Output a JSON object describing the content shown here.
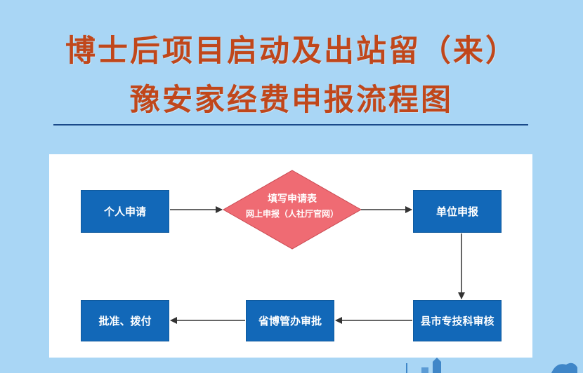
{
  "title": {
    "line1": "博士后项目启动及出站留（来）",
    "line2": "豫安家经费申报流程图"
  },
  "nodes": {
    "apply": "个人申请",
    "fill_form": {
      "line1": "填写申请表",
      "line2": "网上申报（人社厅官网）"
    },
    "unit": "单位申报",
    "county": "县市专技科审核",
    "province": "省博管办审批",
    "approve": "批准、拨付"
  },
  "colors": {
    "background": "#a9d6f5",
    "title": "#c0471b",
    "node_fill": "#1268b8",
    "diamond_fill": "#ef6b73",
    "rule": "#1a4a8a",
    "arrow": "#333333"
  }
}
